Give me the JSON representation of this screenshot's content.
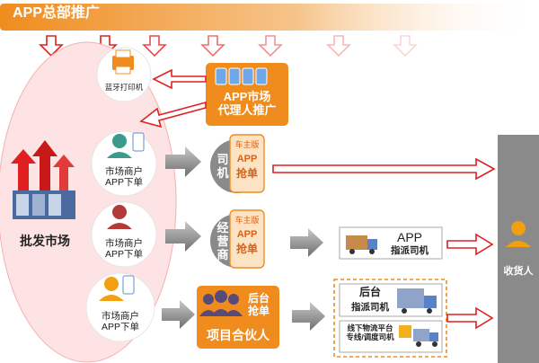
{
  "header": {
    "title": "APP总部推广"
  },
  "printer": {
    "label": "蓝牙打印机"
  },
  "agent": {
    "label": "APP市场\n代理人推广"
  },
  "market": {
    "label": "批发市场"
  },
  "merchants": [
    {
      "label": "市场商户\nAPP下单",
      "color": "#3a9a8c"
    },
    {
      "label": "市场商户\nAPP下单",
      "color": "#b23a3a"
    },
    {
      "label": "市场商户\nAPP下单",
      "color": "#f0a010"
    }
  ],
  "driver": {
    "vertical_label": "司机",
    "app_top": "车主版",
    "app_mid": "APP",
    "app_bottom": "抢单"
  },
  "operator": {
    "vertical_label": "经营商",
    "app_top": "车主版",
    "app_mid": "APP",
    "app_bottom": "抢单"
  },
  "partner": {
    "grab": "后台\n抢单",
    "label": "项目合伙人"
  },
  "app_dispatch": {
    "app": "APP",
    "sub": "指派司机"
  },
  "backend_dispatch": {
    "top": "后台",
    "sub": "指派司机"
  },
  "offline": {
    "label": "线下物流平台\n专线/调度司机"
  },
  "receiver": {
    "label": "收货人"
  },
  "colors": {
    "orange": "#f08c1e",
    "pink_fill": "#fde3e3",
    "red_arrow": "#e02020",
    "gray": "#8a8a8a"
  }
}
